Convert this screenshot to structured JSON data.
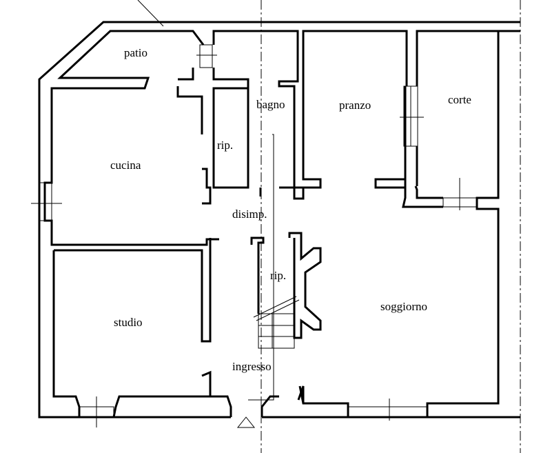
{
  "plan": {
    "rooms": {
      "patio": "patio",
      "bagno": "bagno",
      "pranzo": "pranzo",
      "corte": "corte",
      "rip1": "rip.",
      "cucina": "cucina",
      "disimp": "disimp.",
      "rip2": "rip.",
      "soggiorno": "soggiorno",
      "studio": "studio",
      "ingresso": "ingresso"
    }
  }
}
